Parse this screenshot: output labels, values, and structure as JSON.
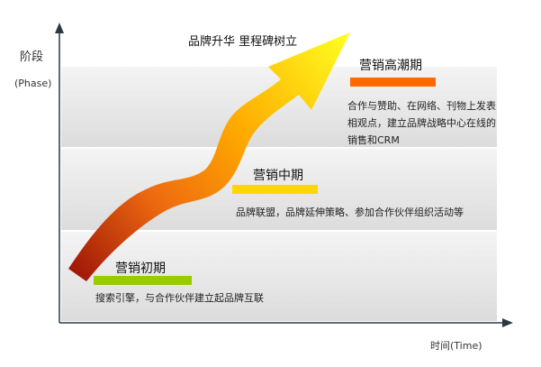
{
  "axis": {
    "y_label": "阶段",
    "y_sub": "(Phase)",
    "x_label": "时间(Time)"
  },
  "top_title": "品牌升华 里程碑树立",
  "stages": [
    {
      "title": "营销初期",
      "color": "#99cc00",
      "desc": "搜索引擎，与合作伙伴建立起品牌互联"
    },
    {
      "title": "营销中期",
      "color": "#ffd700",
      "desc": "品牌联盟，品牌延伸策略、参加合作伙伴组织活动等"
    },
    {
      "title": "营销高潮期",
      "color": "#ff6a00",
      "desc": "合作与赞助、在网络、刊物上发表相观点，建立品牌战略中心在线的销售和CRM"
    }
  ]
}
